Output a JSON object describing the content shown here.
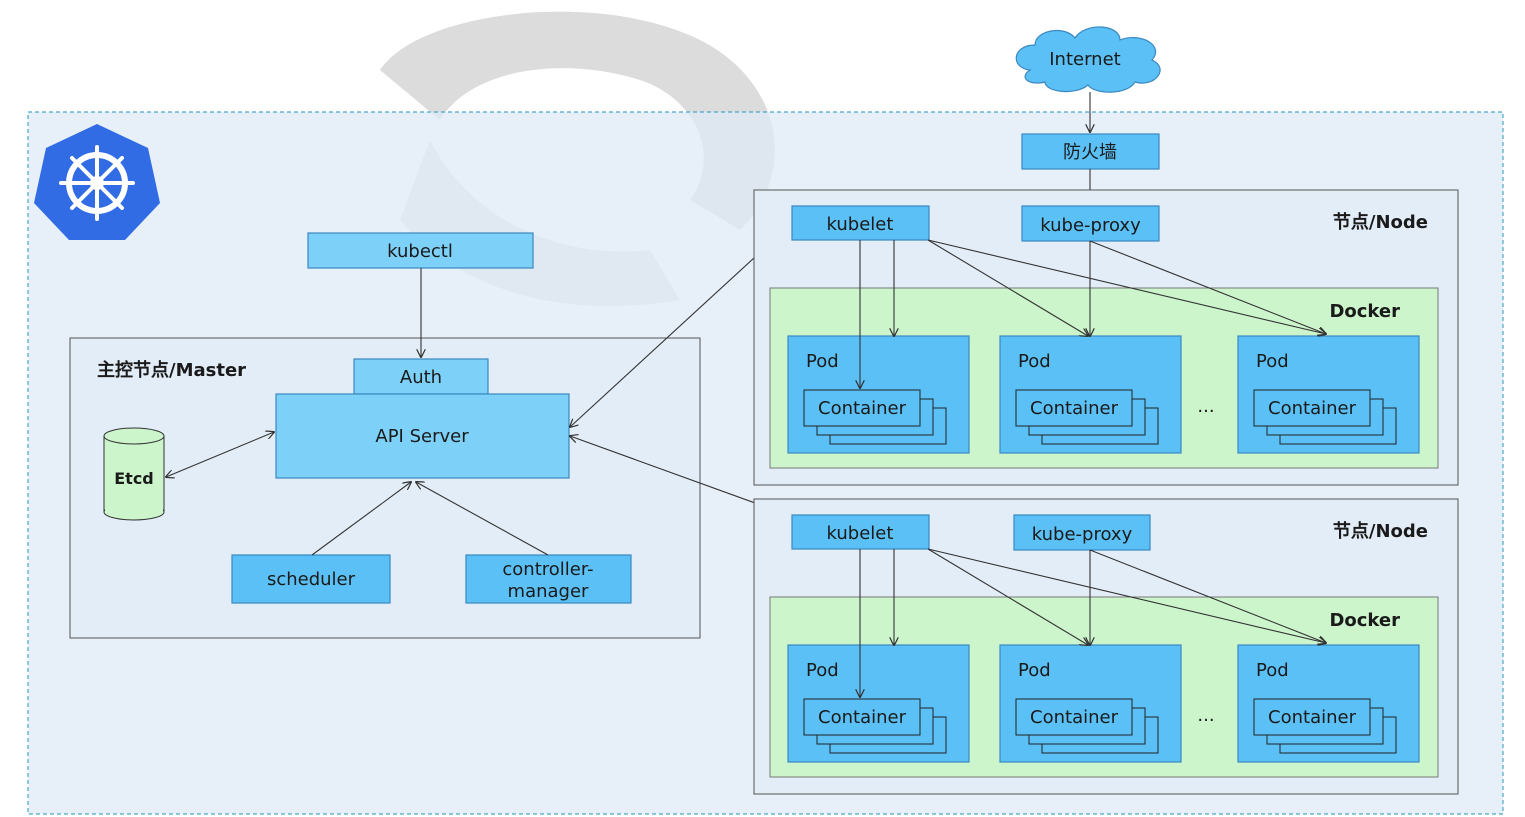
{
  "internet": {
    "label": "Internet"
  },
  "firewall": {
    "label": "防火墙"
  },
  "master": {
    "title": "主控节点/Master",
    "kubectl": "kubectl",
    "auth": "Auth",
    "api_server": "API Server",
    "etcd": "Etcd",
    "scheduler": "scheduler",
    "controller_manager_line1": "controller-",
    "controller_manager_line2": "manager"
  },
  "nodes": [
    {
      "title": "节点/Node",
      "kubelet": "kubelet",
      "kube_proxy": "kube-proxy",
      "docker": "Docker",
      "pods": [
        {
          "label": "Pod",
          "container": "Container"
        },
        {
          "label": "Pod",
          "container": "Container"
        },
        {
          "label": "Pod",
          "container": "Container"
        }
      ],
      "ellipsis": "..."
    },
    {
      "title": "节点/Node",
      "kubelet": "kubelet",
      "kube_proxy": "kube-proxy",
      "docker": "Docker",
      "pods": [
        {
          "label": "Pod",
          "container": "Container"
        },
        {
          "label": "Pod",
          "container": "Container"
        },
        {
          "label": "Pod",
          "container": "Container"
        }
      ],
      "ellipsis": "..."
    }
  ],
  "colors": {
    "component_blue": "#5bc0f5",
    "docker_green": "#ccf5cc",
    "cluster_bg": "#dde9f5",
    "kubernetes_logo": "#326ce5"
  }
}
